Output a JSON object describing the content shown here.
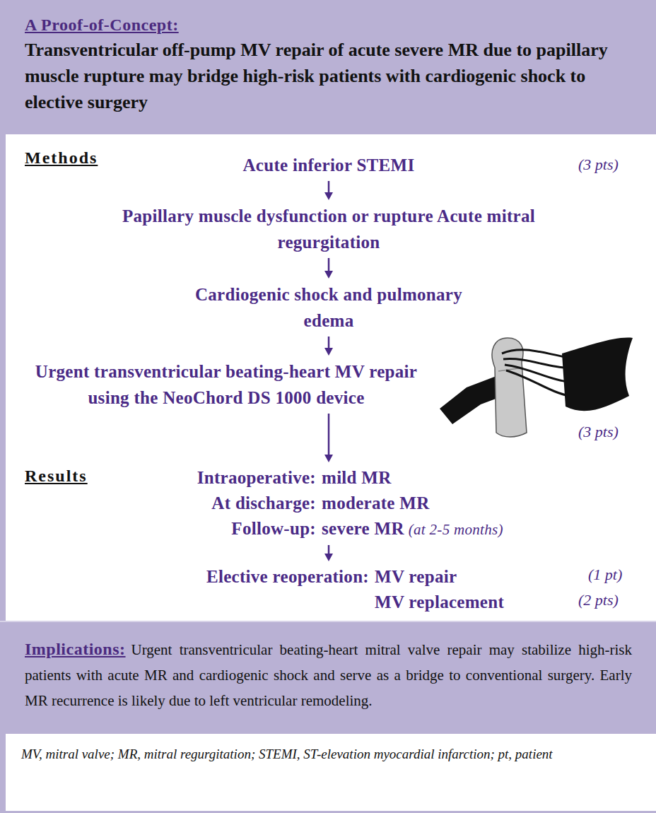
{
  "diagram": {
    "caption": "MV, mitral valve; MR, mitral regurgitation; STEMI, ST-elevation myocardial infarction; pt, patient",
    "nodes": [
      {
        "text": [
          "A Proof-of-Concept:",
          "Transventricular off-pump MV repair of acute severe MR due to papillary muscle rupture may bridge high-risk patients with cardiogenic shock to elective surgery"
        ]
      },
      {
        "text": [
          "Acute inferior STEMI"
        ]
      },
      {
        "text": [
          "Papillary muscle dysfunction or rupture Acute mitral regurgitation"
        ]
      },
      {
        "text": [
          "Cardiogenic shock and pulmonary edema"
        ]
      },
      {
        "text": [
          "Urgent transventricular beating-heart MV repair using the NeoChord DS 1000 device"
        ]
      },
      {
        "text": [
          "Intraoperative:",
          "mild MR",
          "At discharge:",
          "moderate MR",
          "Follow-up:",
          "severe MR",
          "(at 2-5 months)"
        ]
      },
      {
        "text": [
          "Elective reoperation:",
          "MV repair",
          "MV replacement"
        ]
      },
      {
        "text": [
          "Implications:",
          "Urgent transventricular beating-heart mitral valve repair may stabilize high-risk patients with acute MR and cardiogenic shock and serve as a bridge to conventional surgery. Early MR recurrence is likely due to left ventricular remodeling."
        ]
      }
    ],
    "edges": [
      {
        "from": 1,
        "to": 2,
        "arrow": "to"
      },
      {
        "from": 2,
        "to": 3,
        "arrow": "to"
      },
      {
        "from": 3,
        "to": 4,
        "arrow": "to"
      },
      {
        "from": 4,
        "to": 5,
        "arrow": "to"
      },
      {
        "from": 5,
        "to": 6,
        "arrow": "to"
      }
    ],
    "labels": [
      "Methods",
      "(3 pts)",
      "(3 pts)",
      "Results",
      "(1 pt)",
      "(2 pts)"
    ]
  }
}
